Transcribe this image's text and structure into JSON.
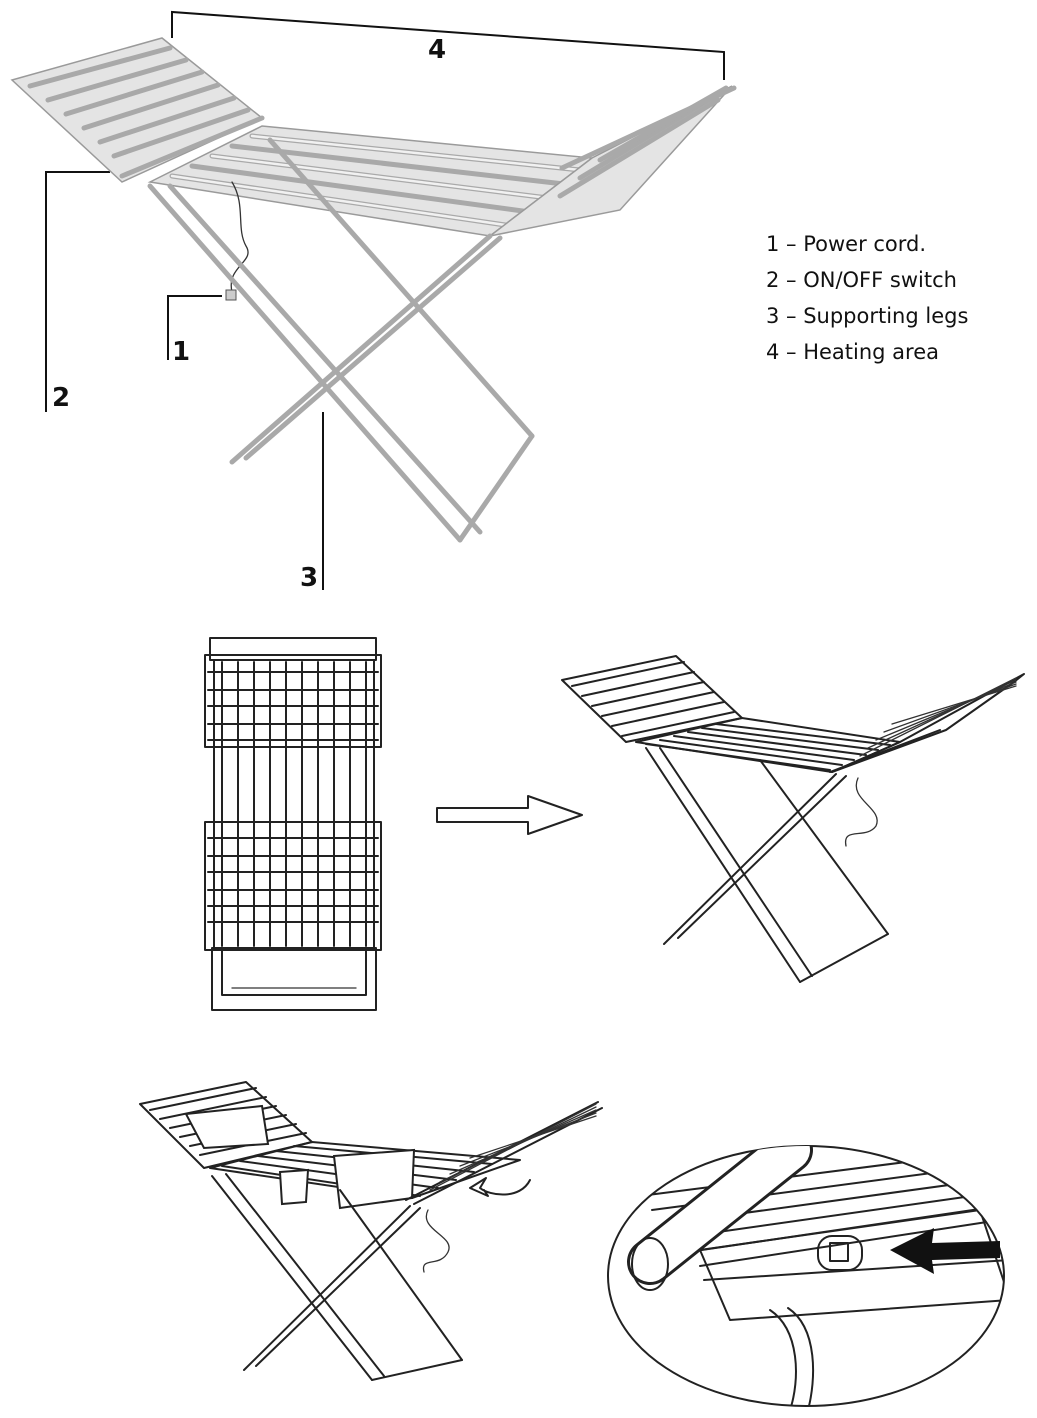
{
  "callouts": {
    "c1": "1",
    "c2": "2",
    "c3": "3",
    "c4": "4"
  },
  "legend": [
    "1 – Power cord.",
    "2 – ON/OFF switch",
    "3 – Supporting legs",
    "4 – Heating area"
  ],
  "figures": [
    "product-overview-with-callouts",
    "folded-rack-top-view",
    "unfold-arrow",
    "unfolded-rack",
    "rack-with-laundry",
    "switch-close-up"
  ],
  "colors": {
    "line": "#222222",
    "rack_fill": "#e4e4e4",
    "background": "#ffffff"
  }
}
